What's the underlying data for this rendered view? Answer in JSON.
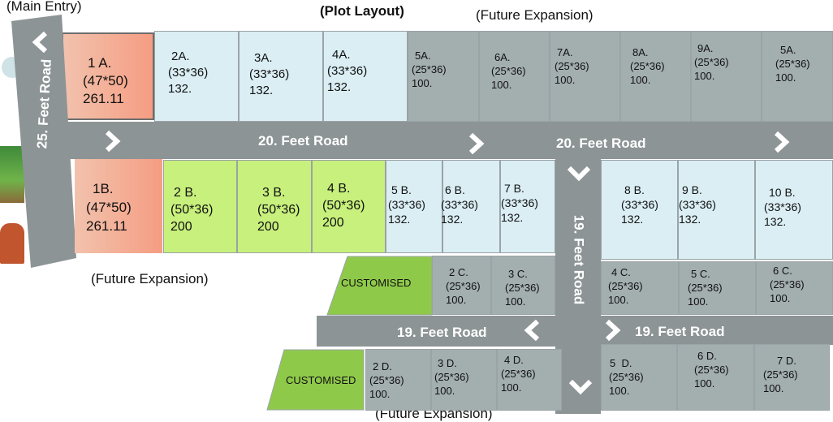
{
  "labels": {
    "main_entry": "(Main Entry)",
    "title": "(Plot Layout)",
    "future_top": "(Future Expansion)",
    "future_left": "(Future Expansion)",
    "future_bottom": "(Future Expansion)"
  },
  "roads": {
    "r25": "25. Feet Road",
    "r20a": "20. Feet Road",
    "r20b": "20. Feet Road",
    "r19v": "19. Feet Road",
    "r19a": "19. Feet Road",
    "r19b": "19. Feet Road"
  },
  "plots": {
    "p1a": {
      "name": "1 A.",
      "size": "(47*50)",
      "area": "261.11"
    },
    "p2a": {
      "name": "2A.",
      "size": "(33*36)",
      "area": "132."
    },
    "p3a": {
      "name": "3A.",
      "size": "(33*36)",
      "area": "132."
    },
    "p4a": {
      "name": "4A.",
      "size": "(33*36)",
      "area": "132."
    },
    "p5a": {
      "name": "5A.",
      "size": "(25*36)",
      "area": "100."
    },
    "p6a": {
      "name": "6A.",
      "size": "(25*36)",
      "area": "100."
    },
    "p7a": {
      "name": "7A.",
      "size": "(25*36)",
      "area": "100."
    },
    "p8a": {
      "name": "8A.",
      "size": "(25*36)",
      "area": "100."
    },
    "p9a": {
      "name": "9A.",
      "size": "(25*36)",
      "area": "100."
    },
    "p5a2": {
      "name": "5A.",
      "size": "(25*36)",
      "area": "100."
    },
    "p1b": {
      "name": "1B.",
      "size": "(47*50)",
      "area": "261.11"
    },
    "p2b": {
      "name": "2 B.",
      "size": "(50*36)",
      "area": "200"
    },
    "p3b": {
      "name": "3 B.",
      "size": "(50*36)",
      "area": "200"
    },
    "p4b": {
      "name": "4 B.",
      "size": "(50*36)",
      "area": "200"
    },
    "p5b": {
      "name": "5 B.",
      "size": "(33*36)",
      "area": "132."
    },
    "p6b": {
      "name": "6 B.",
      "size": "(33*36)",
      "area": "132."
    },
    "p7b": {
      "name": "7 B.",
      "size": "(33*36)",
      "area": "132."
    },
    "p8b": {
      "name": "8 B.",
      "size": "(33*36)",
      "area": "132."
    },
    "p9b": {
      "name": "9 B.",
      "size": "(33*36)",
      "area": "132."
    },
    "p10b": {
      "name": "10 B.",
      "size": "(33*36)",
      "area": "132."
    },
    "p2c": {
      "name": "2 C.",
      "size": "(25*36)",
      "area": "100."
    },
    "p3c": {
      "name": "3 C.",
      "size": "(25*36)",
      "area": "100."
    },
    "p4c": {
      "name": "4 C.",
      "size": "(25*36)",
      "area": "100."
    },
    "p5c": {
      "name": "5 C.",
      "size": "(25*36)",
      "area": "100."
    },
    "p6c": {
      "name": "6 C.",
      "size": "(25*36)",
      "area": "100."
    },
    "p2d": {
      "name": "2 D.",
      "size": "(25*36)",
      "area": "100."
    },
    "p3d": {
      "name": "3 D.",
      "size": "(25*36)",
      "area": "100."
    },
    "p4d": {
      "name": "4 D.",
      "size": "(25*36)",
      "area": "100."
    },
    "p5d": {
      "name": "5  D.",
      "size": "(25*36)",
      "area": "100."
    },
    "p6d": {
      "name": "6 D.",
      "size": "(25*36)",
      "area": "100."
    },
    "p7d": {
      "name": "7 D.",
      "size": "(25*36)",
      "area": "100."
    }
  },
  "customised": {
    "c1": "CUSTOMISED",
    "c2": "CUSTOMISED"
  },
  "colors": {
    "road": "#8d9496",
    "plot_blue": "#daeef4",
    "plot_gray": "#a3aeaf",
    "plot_green": "#c8f07c",
    "customised_green": "#8fc94a",
    "plot_salmon": "#f59d82"
  }
}
